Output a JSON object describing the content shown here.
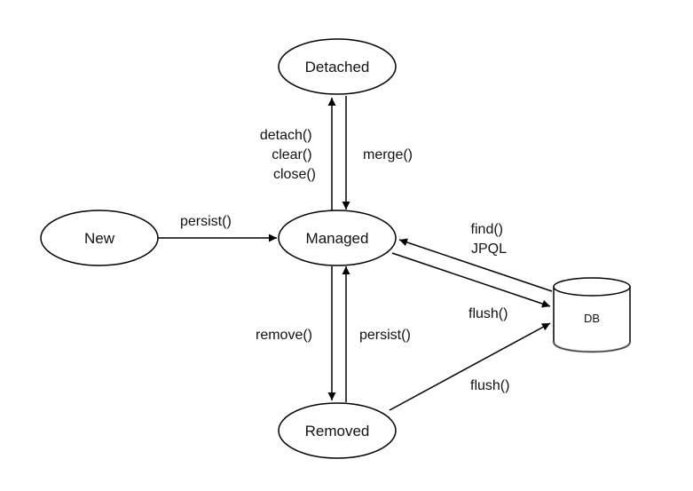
{
  "nodes": {
    "detached": "Detached",
    "new": "New",
    "managed": "Managed",
    "removed": "Removed",
    "db": "DB"
  },
  "edges": {
    "detach": [
      "detach()",
      "clear()",
      "close()"
    ],
    "merge": "merge()",
    "persist_new": "persist()",
    "find": [
      "find()",
      "JPQL"
    ],
    "flush_managed": "flush()",
    "remove": "remove()",
    "persist_removed": "persist()",
    "flush_removed": "flush()"
  }
}
